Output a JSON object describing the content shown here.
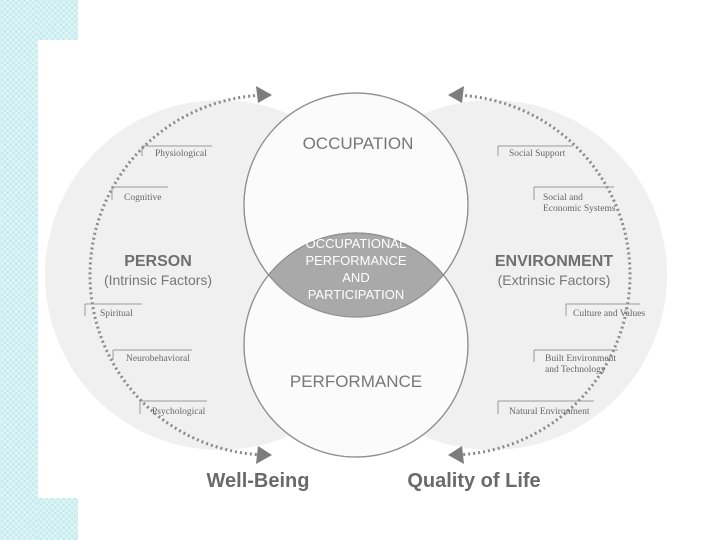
{
  "diagram": {
    "occupation_label": "OCCUPATION",
    "performance_label": "PERFORMANCE",
    "center_lines": [
      "OCCUPATIONAL",
      "PERFORMANCE",
      "AND",
      "PARTICIPATION"
    ],
    "person": {
      "title": "PERSON",
      "subtitle": "(Intrinsic Factors)"
    },
    "environment": {
      "title": "ENVIRONMENT",
      "subtitle": "(Extrinsic Factors)"
    },
    "person_factors": [
      "Physiological",
      "Cognitive",
      "Spiritual",
      "Neurobehavioral",
      "Psychological"
    ],
    "environment_factors": [
      "Social Support",
      "Social and",
      "Economic Systems",
      "Culture and Values",
      "Built Environment",
      "and Technology",
      "Natural Environment"
    ],
    "outcomes": {
      "left": "Well-Being",
      "right": "Quality of Life"
    }
  }
}
